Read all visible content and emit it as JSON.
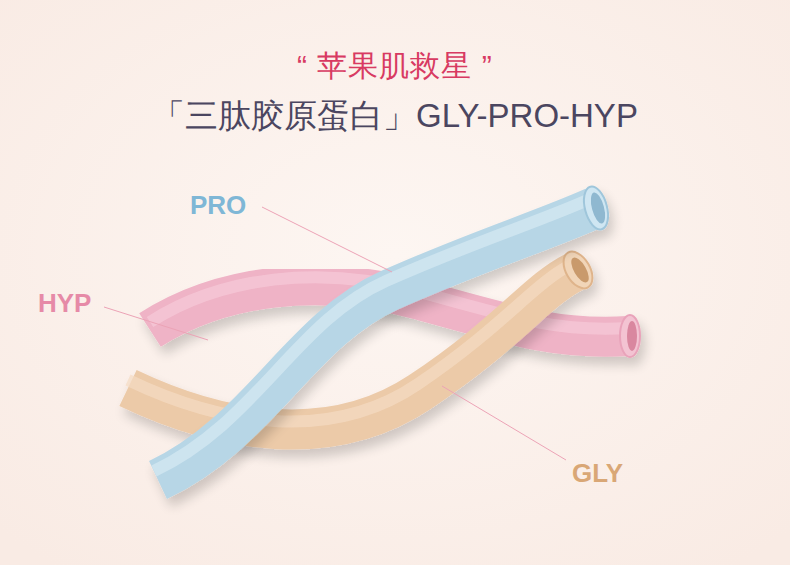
{
  "diagram": {
    "title": "“ 苹果肌救星 ”",
    "labels": [
      "「三肽胶原蛋白」GLY-PRO-HYP",
      "PRO",
      "HYP",
      "GLY"
    ]
  }
}
